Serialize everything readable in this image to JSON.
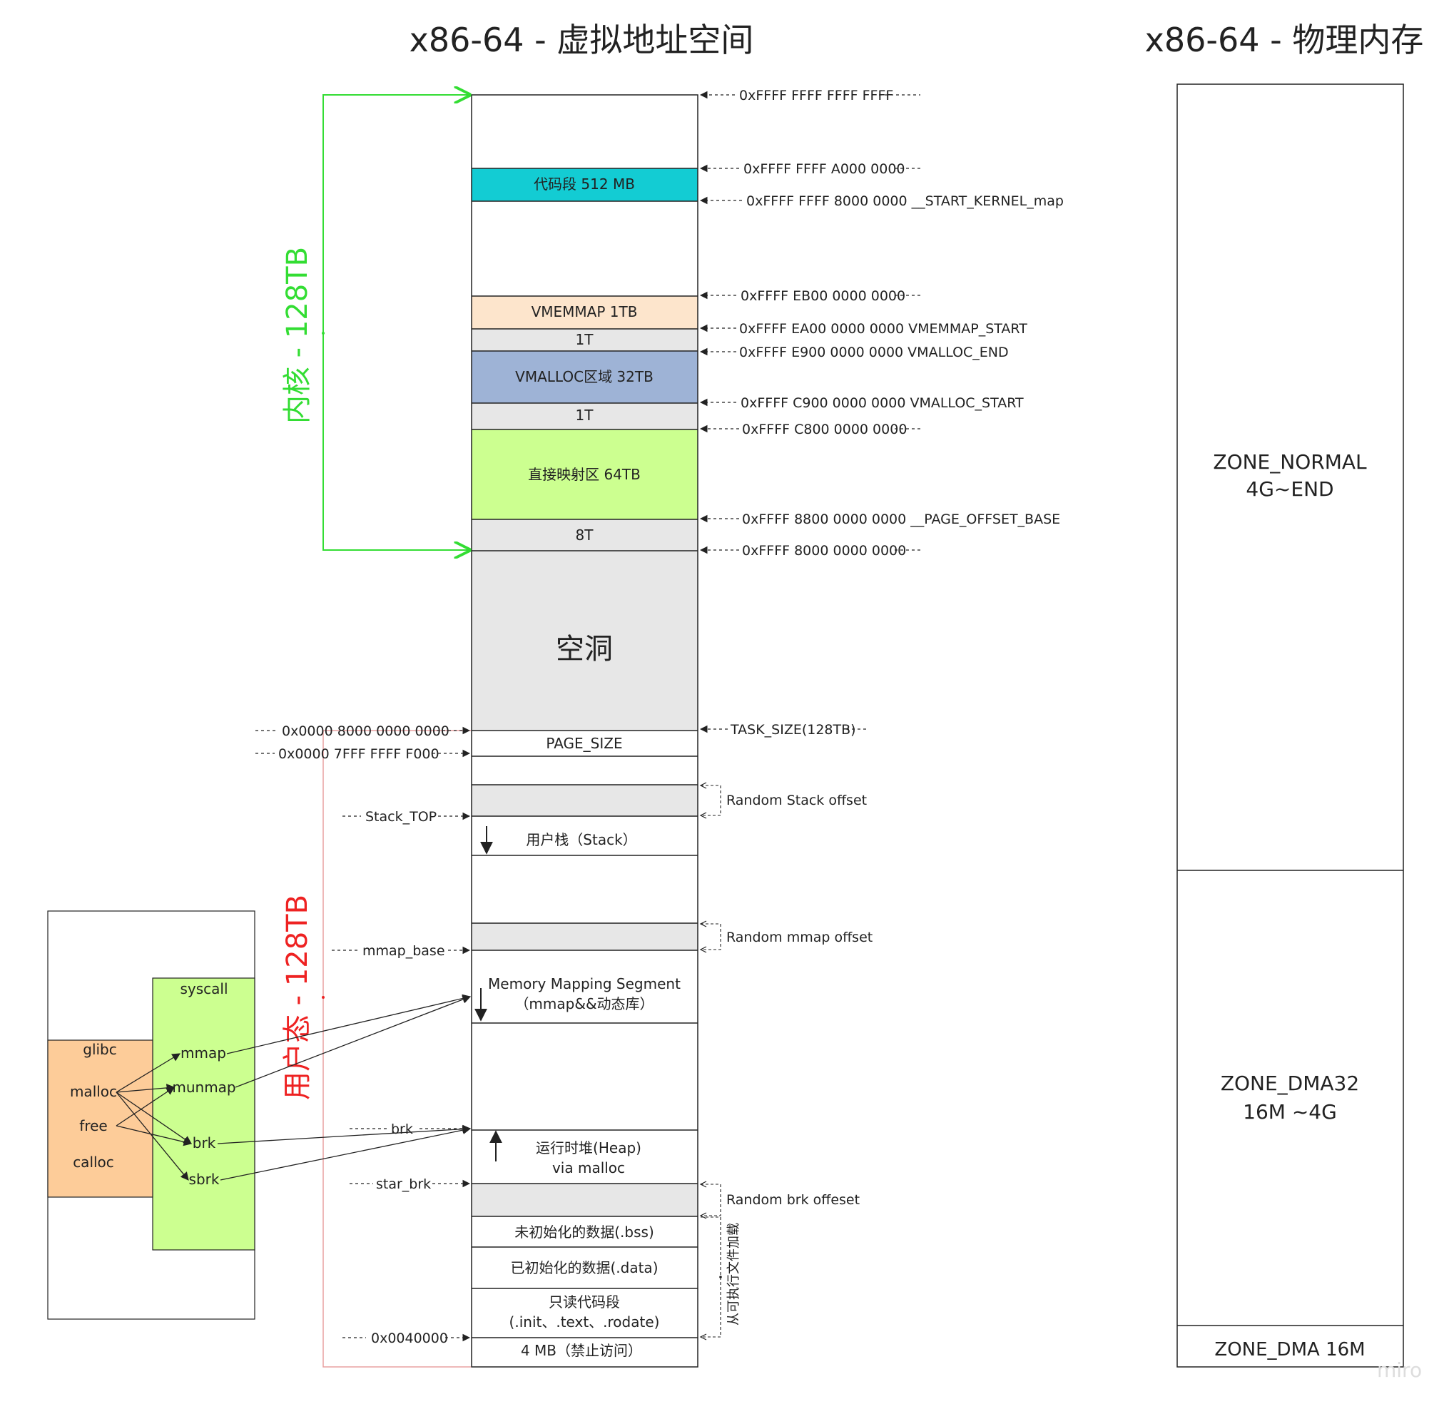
{
  "titles": {
    "virtual": "x86-64 - 虚拟地址空间",
    "physical": "x86-64 - 物理内存"
  },
  "side_labels": {
    "kernel": "内核 - 128TB",
    "user": "用户态 - 128TB"
  },
  "segments": {
    "code": "代码段 512 MB",
    "vmemmap": "VMEMMAP 1TB",
    "gap_1t_a": "1T",
    "vmalloc": "VMALLOC区域 32TB",
    "gap_1t_b": "1T",
    "direct_map": "直接映射区 64TB",
    "gap_8t": "8T",
    "hole": "空洞",
    "page_size": "PAGE_SIZE",
    "user_stack": "用户栈（Stack）",
    "mmap_line1": "Memory Mapping Segment",
    "mmap_line2": "（mmap&&动态库）",
    "heap_line1": "运行时堆(Heap)",
    "heap_line2": "via malloc",
    "bss": "未初始化的数据(.bss)",
    "data": "已初始化的数据(.data)",
    "rodata_line1": "只读代码段",
    "rodata_line2": "(.init、.text、.rodate)",
    "forbidden": "4 MB（禁止访问）"
  },
  "right_addresses": {
    "a1": "0xFFFF FFFF FFFF FFFF",
    "a2": "0xFFFF FFFF A000 0000",
    "a3": "0xFFFF FFFF 8000 0000 __START_KERNEL_map",
    "a4": "0xFFFF EB00 0000 0000",
    "a5": "0xFFFF EA00 0000 0000 VMEMMAP_START",
    "a6": "0xFFFF E900 0000 0000 VMALLOC_END",
    "a7": "0xFFFF C900 0000 0000 VMALLOC_START",
    "a8": "0xFFFF C800 0000 0000",
    "a9": "0xFFFF 8800 0000 0000 __PAGE_OFFSET_BASE",
    "a10": "0xFFFF 8000 0000 0000",
    "task_size": "TASK_SIZE(128TB)",
    "rand_stack": "Random Stack offset",
    "rand_mmap": "Random mmap offset",
    "rand_brk": "Random brk offeset",
    "exec_load": "从可执行文件加载"
  },
  "left_addresses": {
    "l1": "0x0000 8000 0000 0000",
    "l2": "0x0000 7FFF FFFF F000",
    "stack_top": "Stack_TOP",
    "mmap_base": "mmap_base",
    "brk": "brk",
    "star_brk": "star_brk",
    "base": "0x0040000"
  },
  "libs": {
    "syscall": "syscall",
    "glibc": "glibc",
    "mmap": "mmap",
    "munmap": "munmap",
    "brk": "brk",
    "sbrk": "sbrk",
    "malloc": "malloc",
    "free": "free",
    "calloc": "calloc"
  },
  "physical": {
    "normal_line1": "ZONE_NORMAL",
    "normal_line2": "4G~END",
    "dma32_line1": "ZONE_DMA32",
    "dma32_line2": "16M ~4G",
    "dma": "ZONE_DMA 16M"
  },
  "watermark": "miro",
  "colors": {
    "code": "#13ccd3",
    "vmemmap": "#fde5cc",
    "gray": "#e7e7e7",
    "vmalloc": "#9eb3d6",
    "direct": "#ccff90",
    "glibc": "#fdcc99",
    "syscall": "#ccff90",
    "kernel_bracket": "#33dd33",
    "user_label": "#ee2222"
  }
}
